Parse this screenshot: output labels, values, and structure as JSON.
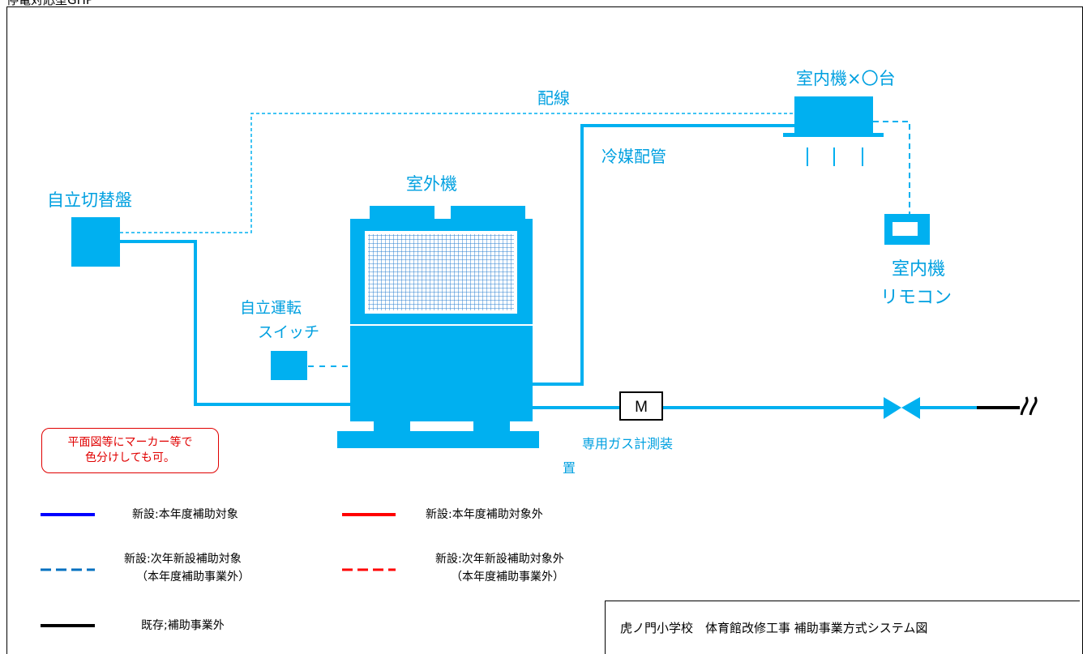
{
  "header": {
    "title": "停電対応型GHP"
  },
  "diagram": {
    "switchboard_label": "自立切替盤",
    "wiring_label": "配線",
    "indoor_unit_label": "室内機×〇台",
    "refrigerant_label": "冷媒配管",
    "outdoor_unit_label": "室外機",
    "remote_label_line1": "室内機",
    "remote_label_line2": "リモコン",
    "switch_label_line1": "自立運転",
    "switch_label_line2": "スイッチ",
    "meter_symbol": "M",
    "meter_label_line1": "専用ガス計測装",
    "meter_label_line2": "置"
  },
  "note": {
    "line1": "平面図等にマーカー等で",
    "line2": "色分けしても可。"
  },
  "legend": {
    "items": [
      {
        "line1": "新設:本年度補助対象",
        "line2": "",
        "color": "#0000ff",
        "style": "solid"
      },
      {
        "line1": "新設:本年度補助対象外",
        "line2": "",
        "color": "#ff0000",
        "style": "solid"
      },
      {
        "line1": "新設:次年新設補助対象",
        "line2": "（本年度補助事業外）",
        "color": "#0070c0",
        "style": "dashed"
      },
      {
        "line1": "新設:次年新設補助対象外",
        "line2": "（本年度補助事業外）",
        "color": "#ff0000",
        "style": "dashed"
      },
      {
        "line1": "既存;補助事業外",
        "line2": "",
        "color": "#000000",
        "style": "solid"
      }
    ]
  },
  "title_box": {
    "text": "虎ノ門小学校　体育館改修工事 補助事業方式システム図"
  },
  "colors": {
    "equipment": "#00b0f0",
    "label": "#00a0e0",
    "frame": "#000000",
    "note_border": "#e00000"
  }
}
